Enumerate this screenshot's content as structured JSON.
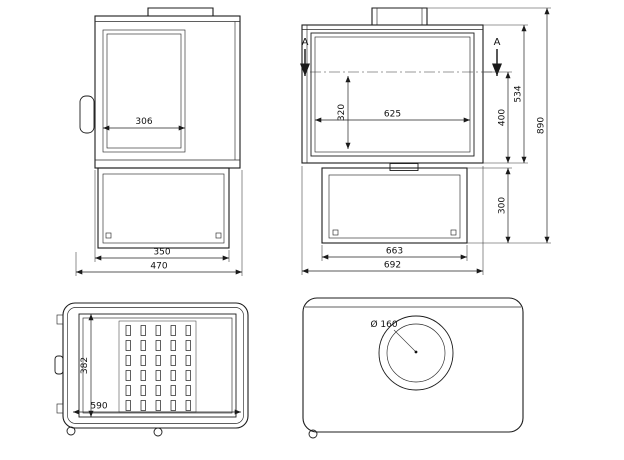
{
  "drawing": {
    "side": {
      "dim_306": "306",
      "dim_350": "350",
      "dim_470": "470"
    },
    "front": {
      "section_label": "A",
      "dim_320": "320",
      "dim_625": "625",
      "dim_400": "400",
      "dim_534": "534",
      "dim_890": "890",
      "dim_300": "300",
      "dim_663": "663",
      "dim_692": "692"
    },
    "section_aa": {
      "dim_382": "382",
      "dim_590": "590"
    },
    "top": {
      "flue_diameter": "Ø 160"
    }
  }
}
